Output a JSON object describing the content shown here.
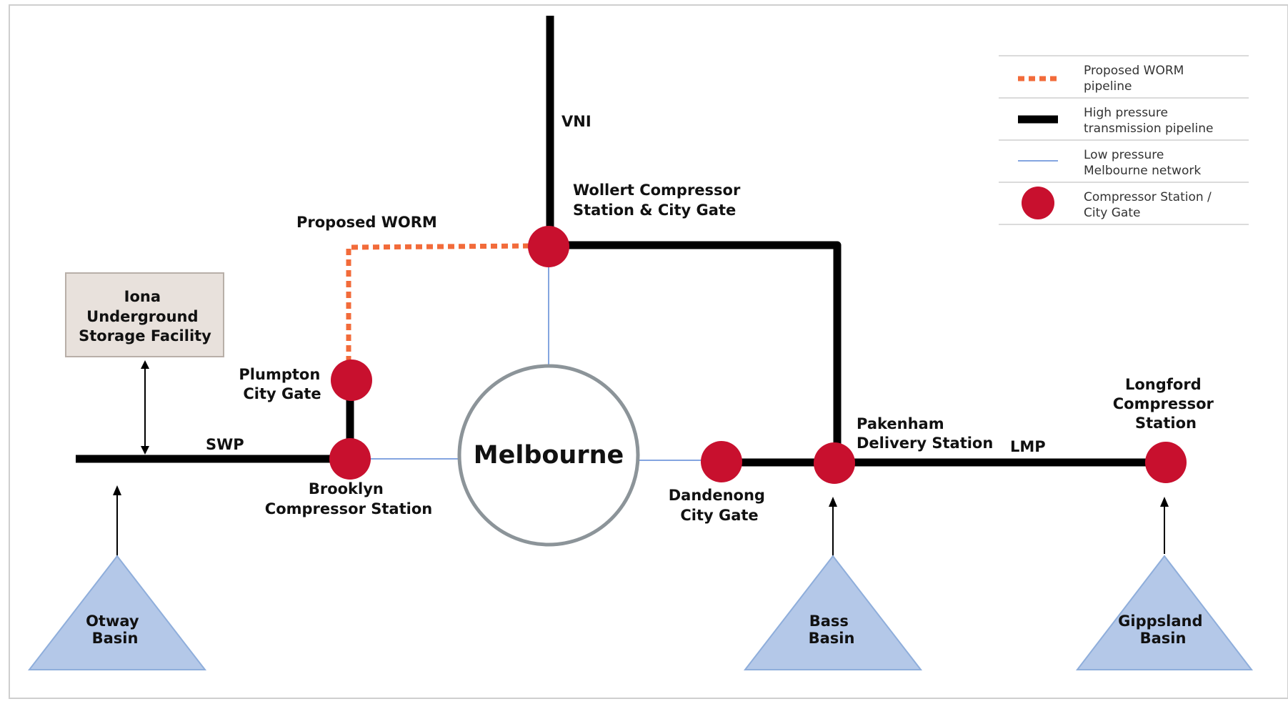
{
  "colors": {
    "high_pressure": "#000000",
    "proposed": "#F26B3A",
    "low_pressure": "#5B87D6",
    "station": "#C8102E",
    "basin_fill": "#B4C8E8",
    "basin_stroke": "#8FAEDB",
    "storage_fill": "#E8E1DC",
    "storage_stroke": "#B8AFA8",
    "melbourne_ring": "#8C9499"
  },
  "labels": {
    "vni": "VNI",
    "wollert": [
      "Wollert Compressor",
      "Station & City Gate"
    ],
    "proposed_worm": "Proposed WORM",
    "iona": [
      "Iona",
      "Underground",
      "Storage Facility"
    ],
    "plumpton": [
      "Plumpton",
      "City Gate"
    ],
    "swp": "SWP",
    "brooklyn": [
      "Brooklyn",
      "Compressor Station"
    ],
    "melbourne": "Melbourne",
    "dandenong": [
      "Dandenong",
      "City Gate"
    ],
    "pakenham": [
      "Pakenham",
      "Delivery Station"
    ],
    "lmp": "LMP",
    "longford": [
      "Longford",
      "Compressor",
      "Station"
    ],
    "otway": [
      "Otway",
      "Basin"
    ],
    "bass": [
      "Bass",
      "Basin"
    ],
    "gippsland": [
      "Gippsland",
      "Basin"
    ]
  },
  "legend": [
    {
      "symbol": "dashed-orange-line",
      "lines": [
        "Proposed WORM",
        "pipeline"
      ]
    },
    {
      "symbol": "thick-black-line",
      "lines": [
        "High pressure",
        "transmission pipeline"
      ]
    },
    {
      "symbol": "thin-blue-line",
      "lines": [
        "Low pressure",
        "Melbourne network"
      ]
    },
    {
      "symbol": "red-circle",
      "lines": [
        "Compressor Station /",
        "City Gate"
      ]
    }
  ]
}
